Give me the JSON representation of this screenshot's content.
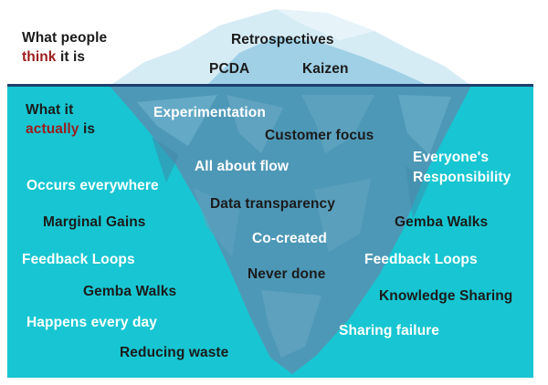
{
  "headings": {
    "perceived": {
      "line1": "What people",
      "emph": "think",
      "rest": " it is"
    },
    "actual": {
      "line1": "What it",
      "emph": "actually",
      "rest": " is"
    }
  },
  "tip_items": [
    "Retrospectives",
    "PCDA",
    "Kaizen"
  ],
  "iceberg_items": [
    "Experimentation",
    "Customer focus",
    "All about flow",
    "Data transparency",
    "Co-created",
    "Never done"
  ],
  "left_items": [
    "Occurs everywhere",
    "Marginal Gains",
    "Feedback Loops",
    "Gemba Walks",
    "Happens every day",
    "Reducing waste"
  ],
  "right_items": [
    "Everyone's\nResponsibility",
    "Gemba Walks",
    "Feedback Loops",
    "Knowledge Sharing",
    "Sharing failure"
  ],
  "colors": {
    "water": "#17c6d2",
    "waterline": "#1d3f6e",
    "tip_light": "#d6ecf5",
    "tip_mid": "#9fd0e6",
    "underwater_ice": "#4e98b7",
    "emphasis": "#9c1c1c"
  }
}
